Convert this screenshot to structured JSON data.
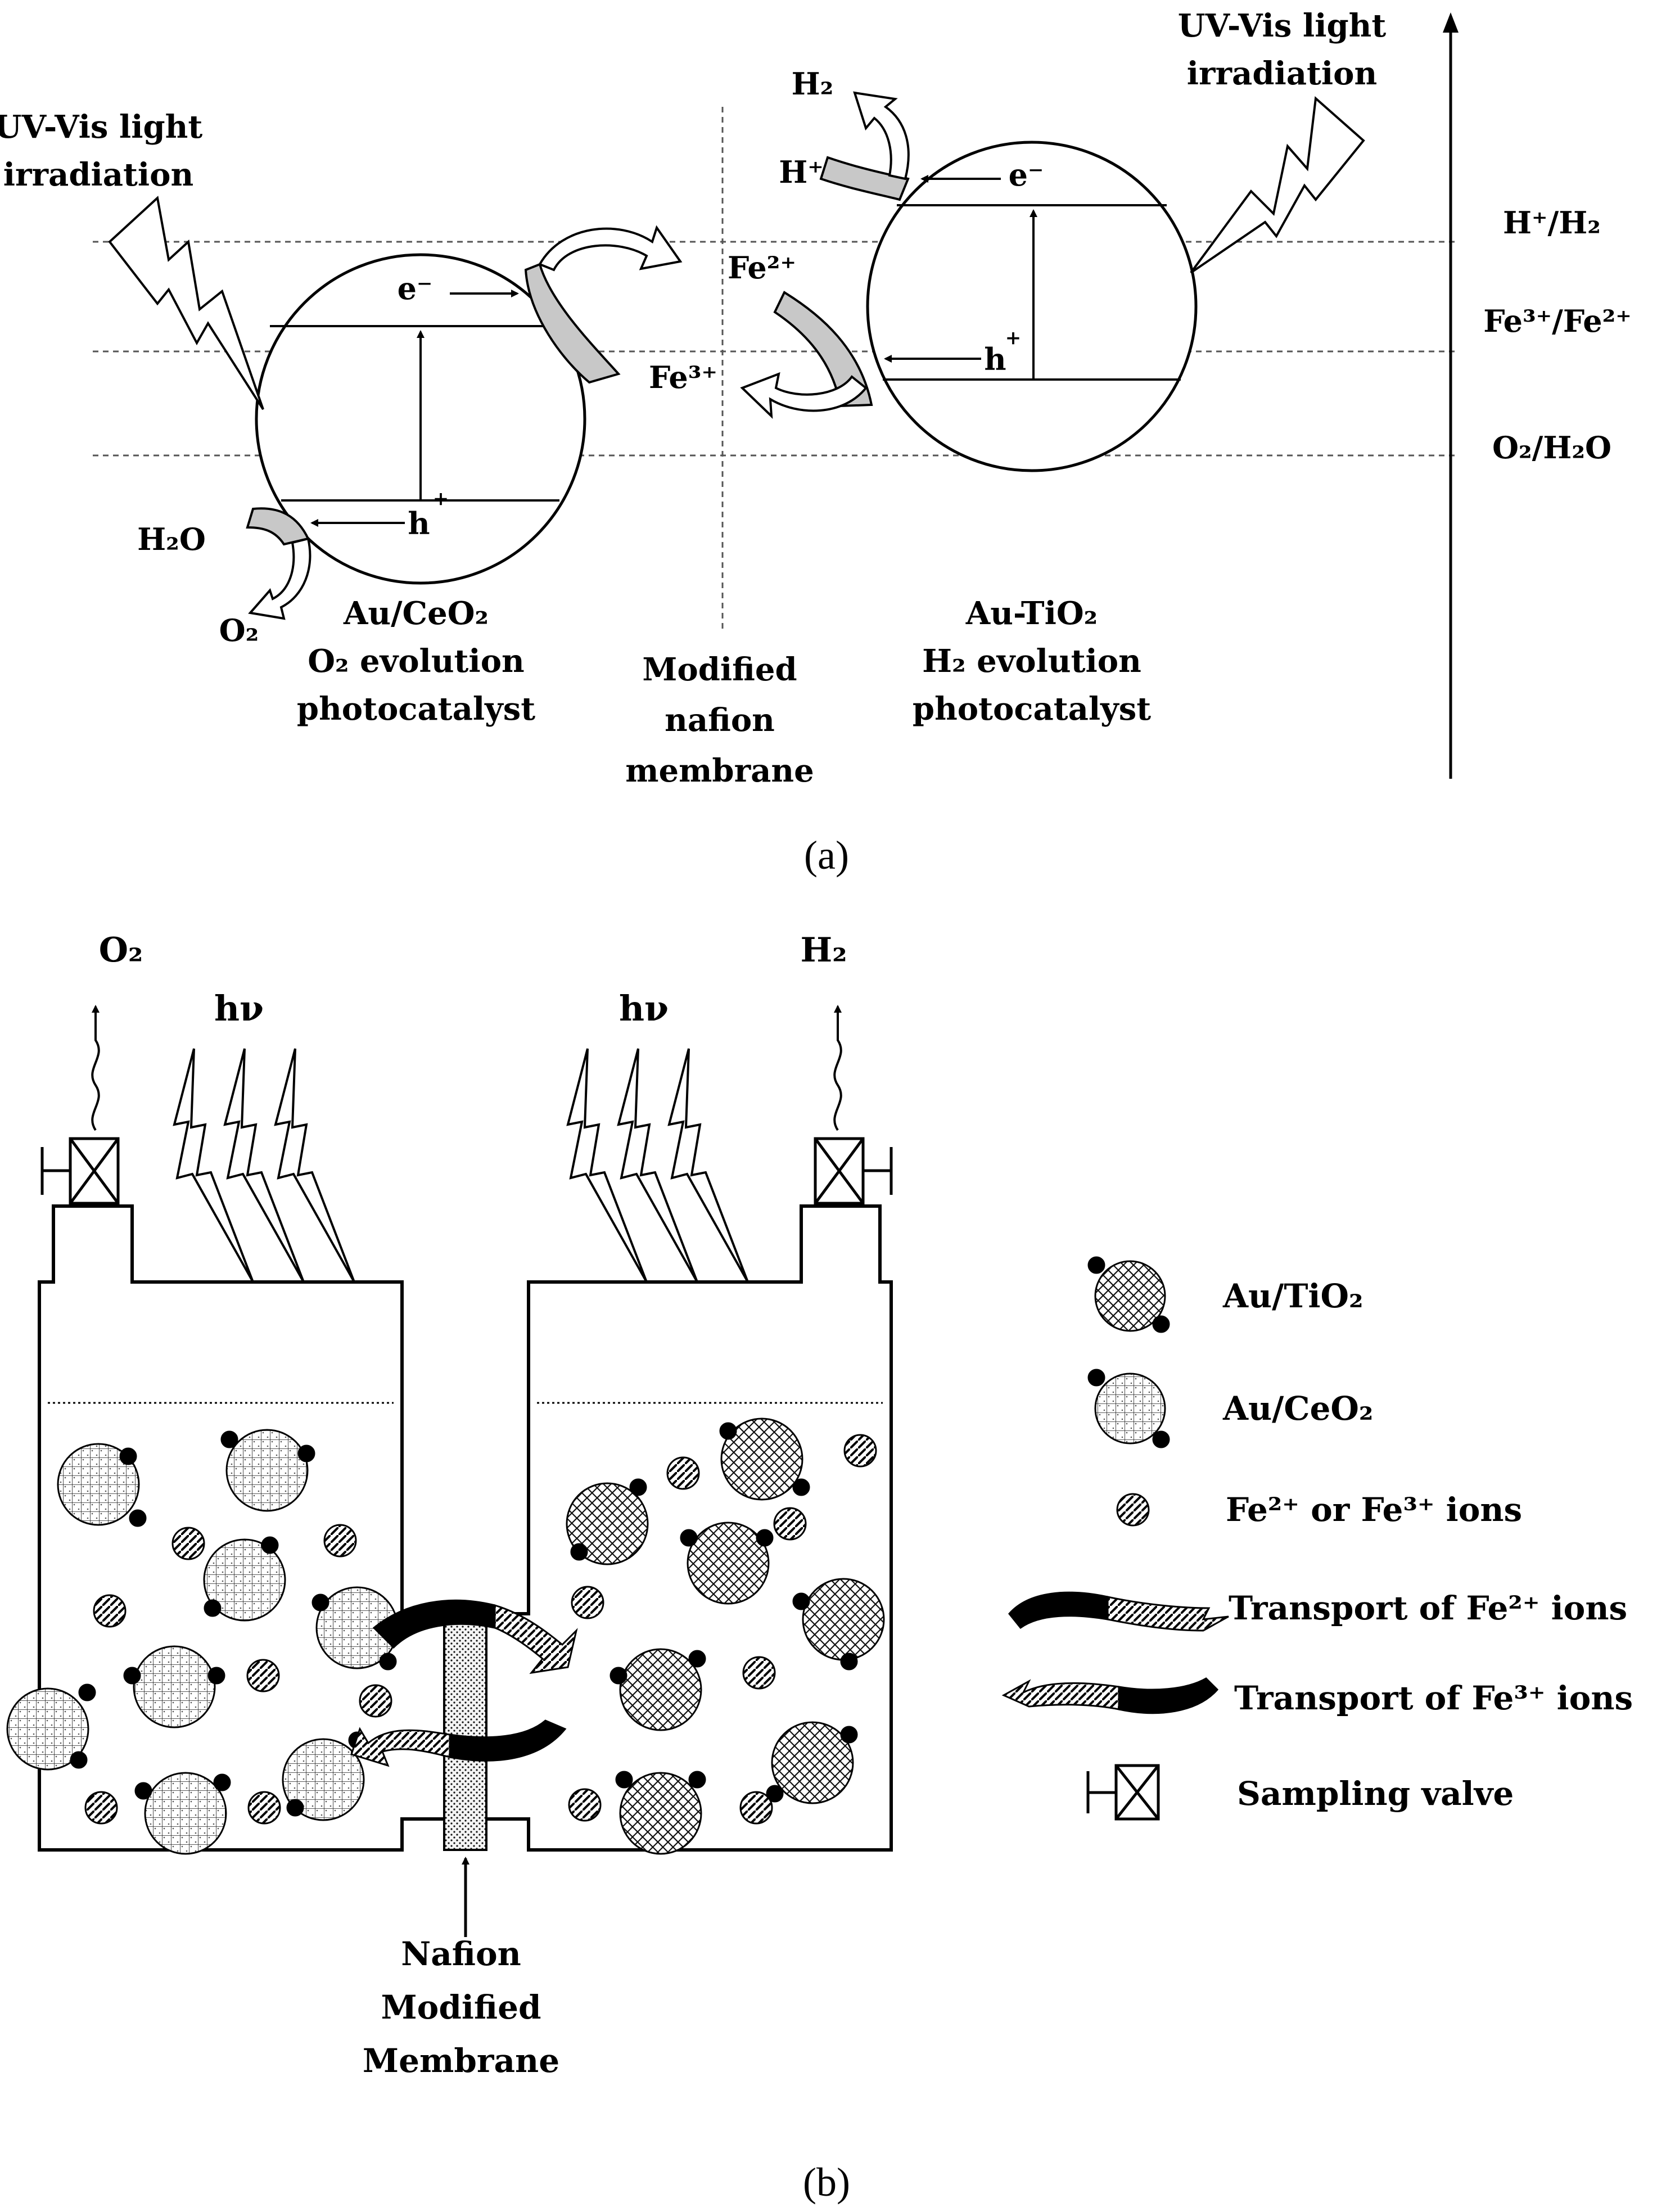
{
  "panel_a": {
    "uv_left": [
      "UV-Vis light",
      "irradiation"
    ],
    "uv_right": [
      "UV-Vis light",
      "irradiation"
    ],
    "left_catalyst": [
      "Au/CeO₂",
      "O₂ evolution",
      "photocatalyst"
    ],
    "right_catalyst": [
      "Au-TiO₂",
      "H₂ evolution",
      "photocatalyst"
    ],
    "membrane": [
      "Modified",
      "nafion",
      "membrane"
    ],
    "electron": "e⁻",
    "hole": "h",
    "hole_plus": "+",
    "species": {
      "h2o": "H₂O",
      "o2": "O₂",
      "h2": "H₂",
      "h_plus": "H⁺",
      "fe2_plus": "Fe²⁺",
      "fe3_plus": "Fe³⁺"
    },
    "levels": [
      "H⁺/H₂",
      "Fe³⁺/Fe²⁺",
      "O₂/H₂O"
    ],
    "caption": "(a)"
  },
  "panel_b": {
    "o2_label": "O₂",
    "h2_label": "H₂",
    "hv_left": "hν",
    "hv_right": "hν",
    "membrane": [
      "Nafion",
      "Modified",
      "Membrane"
    ],
    "legend": [
      "Au/TiO₂",
      "Au/CeO₂",
      "Fe²⁺ or Fe³⁺ ions",
      "Transport  of Fe²⁺ ions",
      "Transport  of Fe³⁺ ions",
      "Sampling  valve"
    ],
    "caption": "(b)"
  }
}
